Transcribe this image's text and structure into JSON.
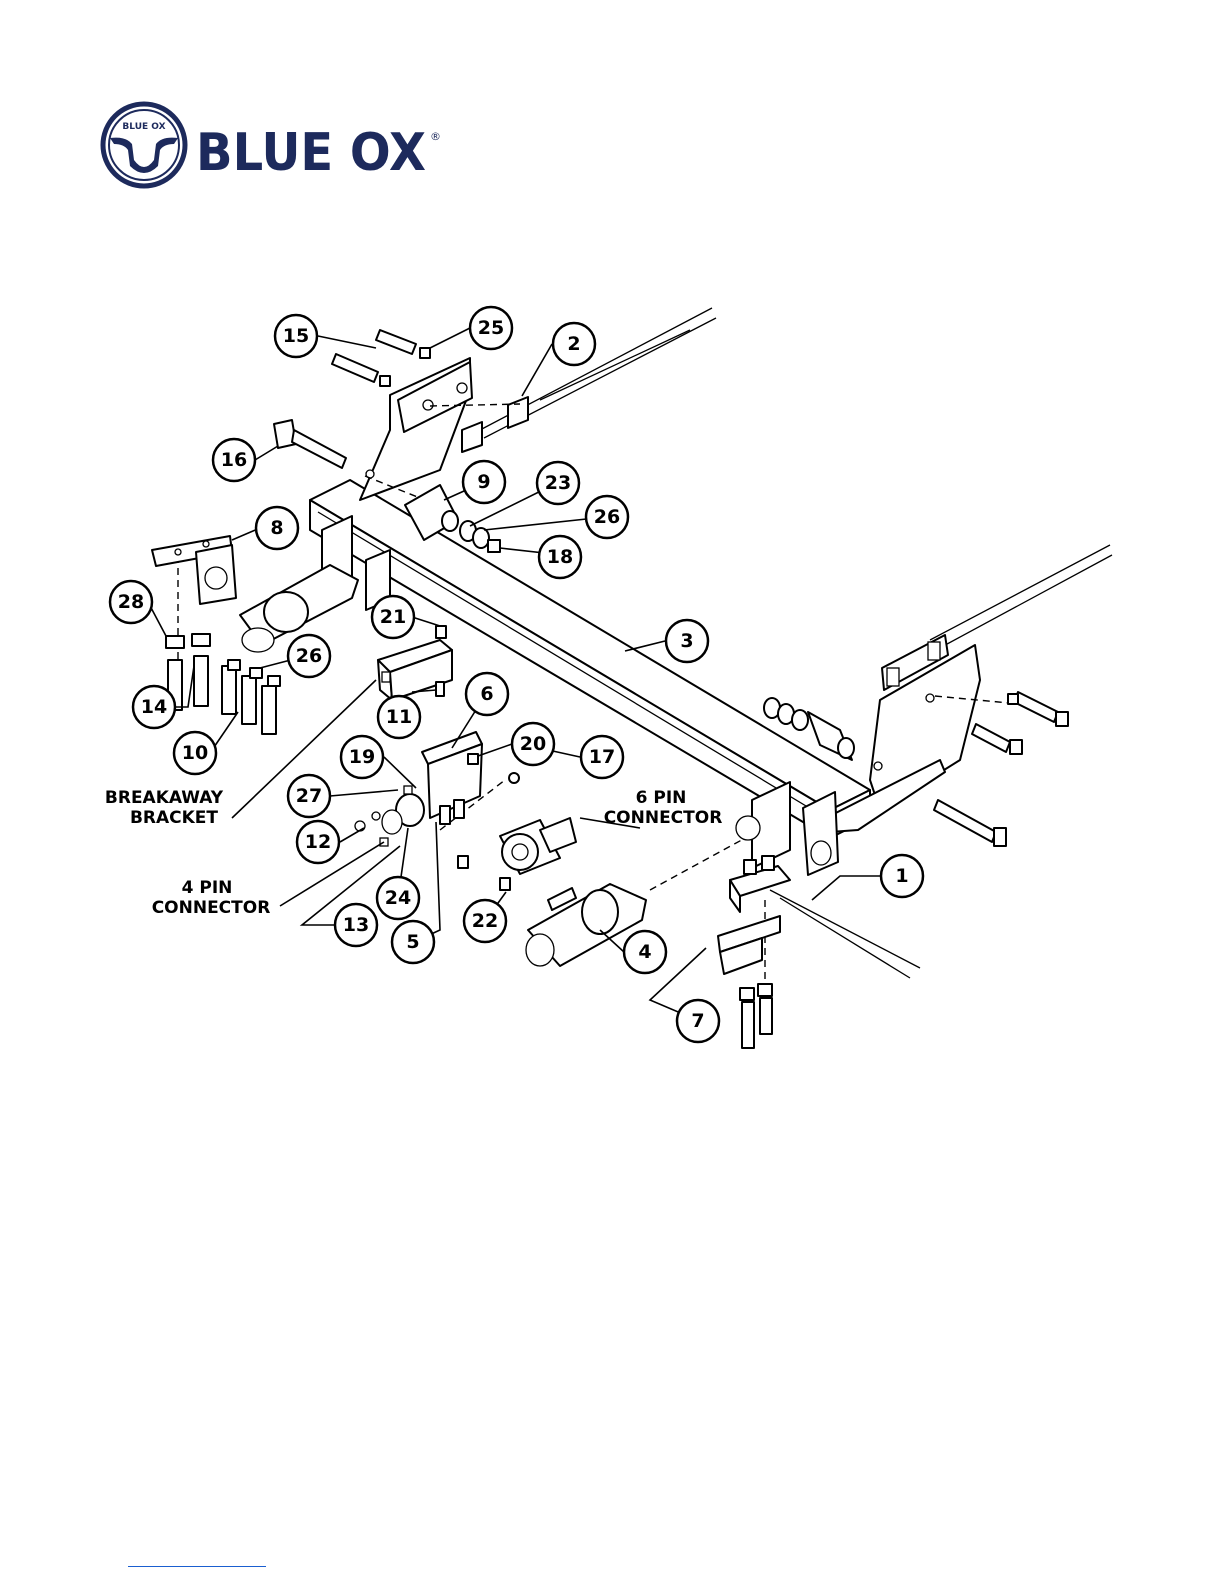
{
  "brand": {
    "name": "BLUE OX",
    "emblem_text": "BLUE OX",
    "registered_mark": "®",
    "color": "#1d2a5c"
  },
  "callouts": [
    {
      "n": "1"
    },
    {
      "n": "2"
    },
    {
      "n": "3"
    },
    {
      "n": "4"
    },
    {
      "n": "5"
    },
    {
      "n": "6"
    },
    {
      "n": "7"
    },
    {
      "n": "8"
    },
    {
      "n": "9"
    },
    {
      "n": "10"
    },
    {
      "n": "11"
    },
    {
      "n": "12"
    },
    {
      "n": "13"
    },
    {
      "n": "14"
    },
    {
      "n": "15"
    },
    {
      "n": "16"
    },
    {
      "n": "17"
    },
    {
      "n": "18"
    },
    {
      "n": "19"
    },
    {
      "n": "20"
    },
    {
      "n": "21"
    },
    {
      "n": "22"
    },
    {
      "n": "23"
    },
    {
      "n": "24"
    },
    {
      "n": "25"
    },
    {
      "n": "26"
    },
    {
      "n": "26"
    },
    {
      "n": "27"
    },
    {
      "n": "28"
    }
  ],
  "labels": {
    "breakaway_line1": "BREAKAWAY",
    "breakaway_line2": "BRACKET",
    "four_pin_line1": "4 PIN",
    "four_pin_line2": "CONNECTOR",
    "six_pin_line1": "6 PIN",
    "six_pin_line2": "CONNECTOR"
  }
}
